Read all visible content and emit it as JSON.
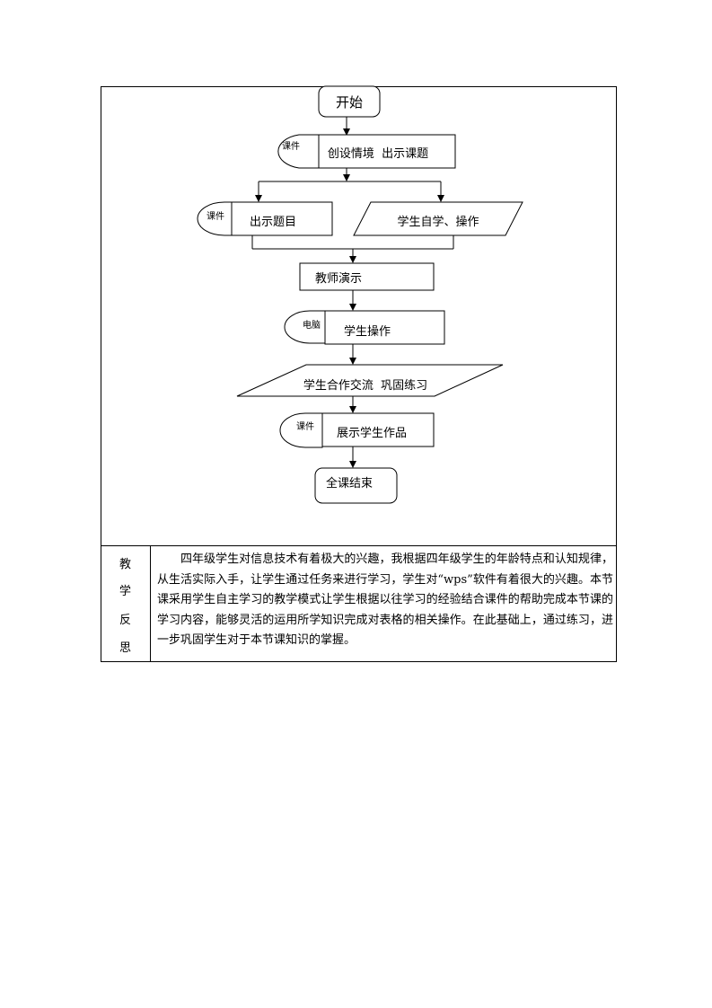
{
  "flowchart": {
    "start": "开始",
    "tag_courseware_1": "课件",
    "step_1": "创设情境  出示课题",
    "tag_courseware_2": "课件",
    "step_2a": "出示题目",
    "step_2b": "学生自学、操作",
    "step_3": "教师演示",
    "tag_computer": "电脑",
    "step_4": "学生操作",
    "step_5": "学生合作交流  巩固练习",
    "tag_courseware_3": "课件",
    "step_6": "展示学生作品",
    "end": "全课结束"
  },
  "reflection": {
    "label": [
      "教",
      "学",
      "反",
      "思"
    ],
    "text": "四年级学生对信息技术有着极大的兴趣，我根据四年级学生的年龄特点和认知规律，从生活实际入手，让学生通过任务来进行学习，学生对“wps”软件有着很大的兴趣。本节课采用学生自主学习的教学模式让学生根据以往学习的经验结合课件的帮助完成本节课的学习内容，能够灵活的运用所学知识完成对表格的相关操作。在此基础上，通过练习，进一步巩固学生对于本节课知识的掌握。"
  }
}
